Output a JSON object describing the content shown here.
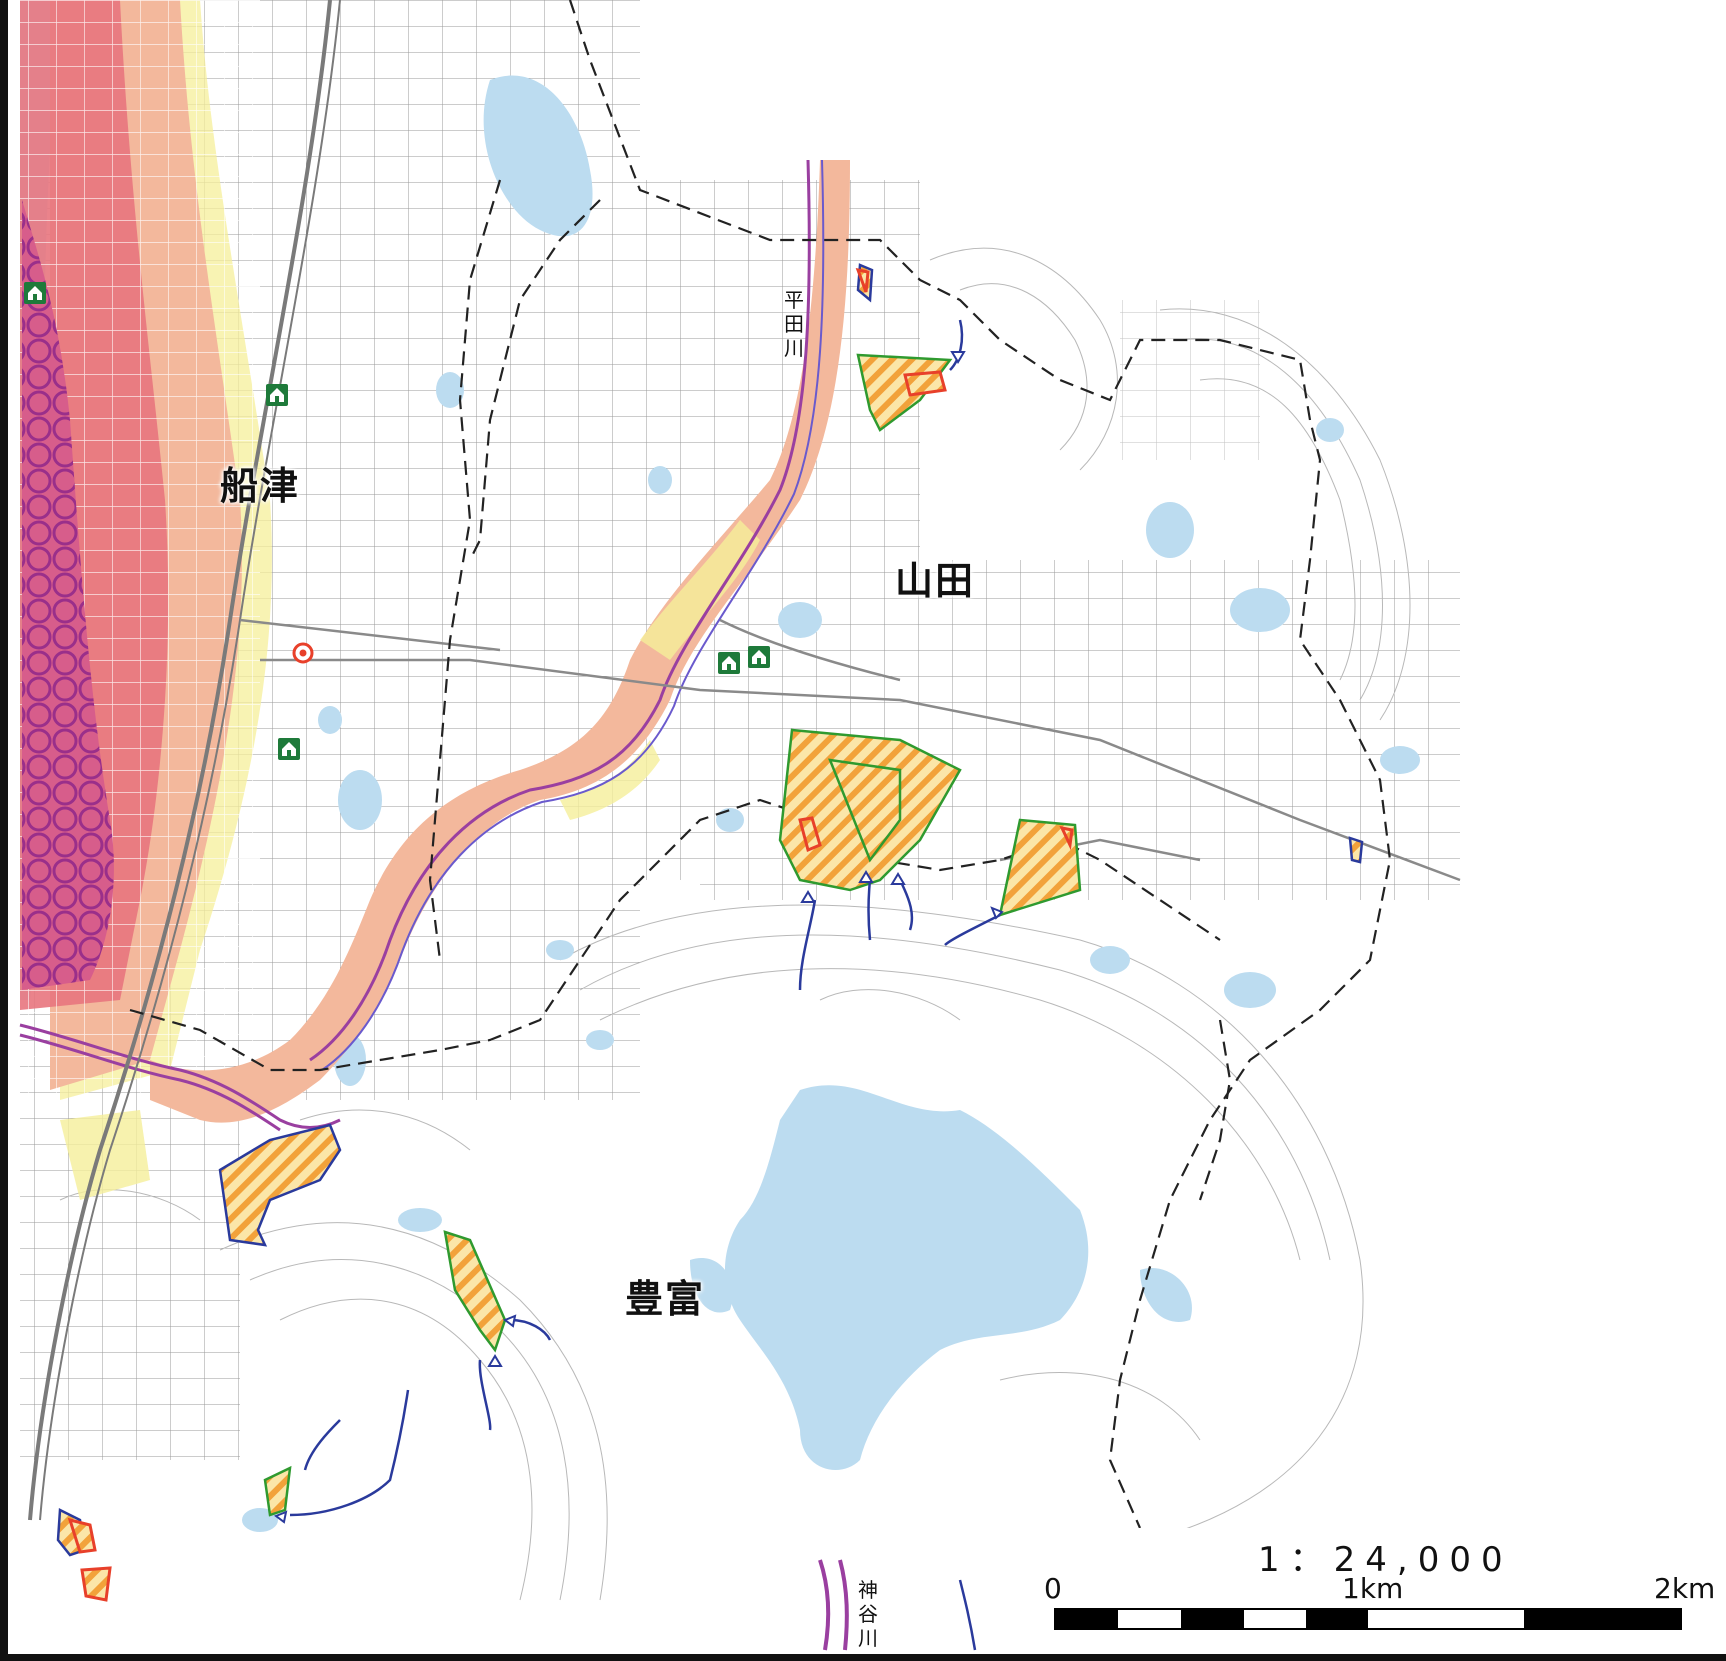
{
  "map": {
    "places": [
      "船津",
      "山田",
      "豊富"
    ],
    "rivers": [
      "平田川",
      "神谷川"
    ]
  },
  "scale": {
    "ratio": "1：24,000",
    "tick_start": "0",
    "tick_mid": "1km",
    "tick_end": "2km"
  },
  "colors": {
    "background": "#ffffff",
    "water": "#bcdcf0",
    "flood_high": "#e8767e",
    "flood_mid": "#f3b89c",
    "flood_low": "#f5ef9a",
    "hatch_orange": "#f2a23a",
    "hatch_fill": "#fbe6a8",
    "landslide_green": "#2f9a2f",
    "debris_blue": "#2a3a9c",
    "steep_red": "#e8402a",
    "channel_purple": "#9a3fa0",
    "boundary": "#222222",
    "road": "#8a8a8a"
  },
  "icons": [
    "shelter-icon",
    "facility-circle-icon"
  ]
}
